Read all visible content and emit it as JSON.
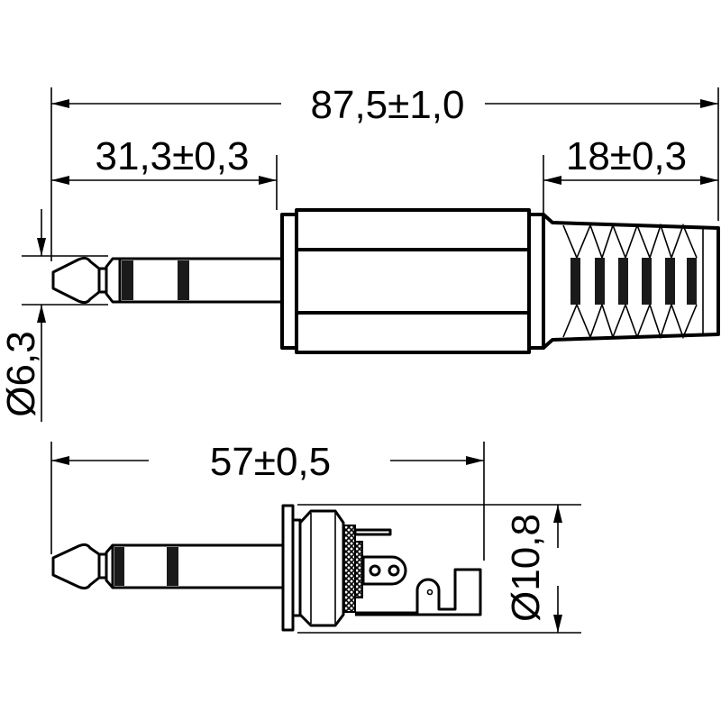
{
  "title": "6.3 mm stereo jack plug dimension drawing",
  "colors": {
    "line": "#000000",
    "background": "#ffffff",
    "band": "#1a1a1a"
  },
  "top_view": {
    "overall_length": "87,5±1,0",
    "tip_to_body": "31,3±0,3",
    "strain_relief": "18±0,3",
    "plug_diameter": "Ø6,3"
  },
  "bottom_view": {
    "length": "57±0,5",
    "body_diameter": "Ø10,8"
  }
}
